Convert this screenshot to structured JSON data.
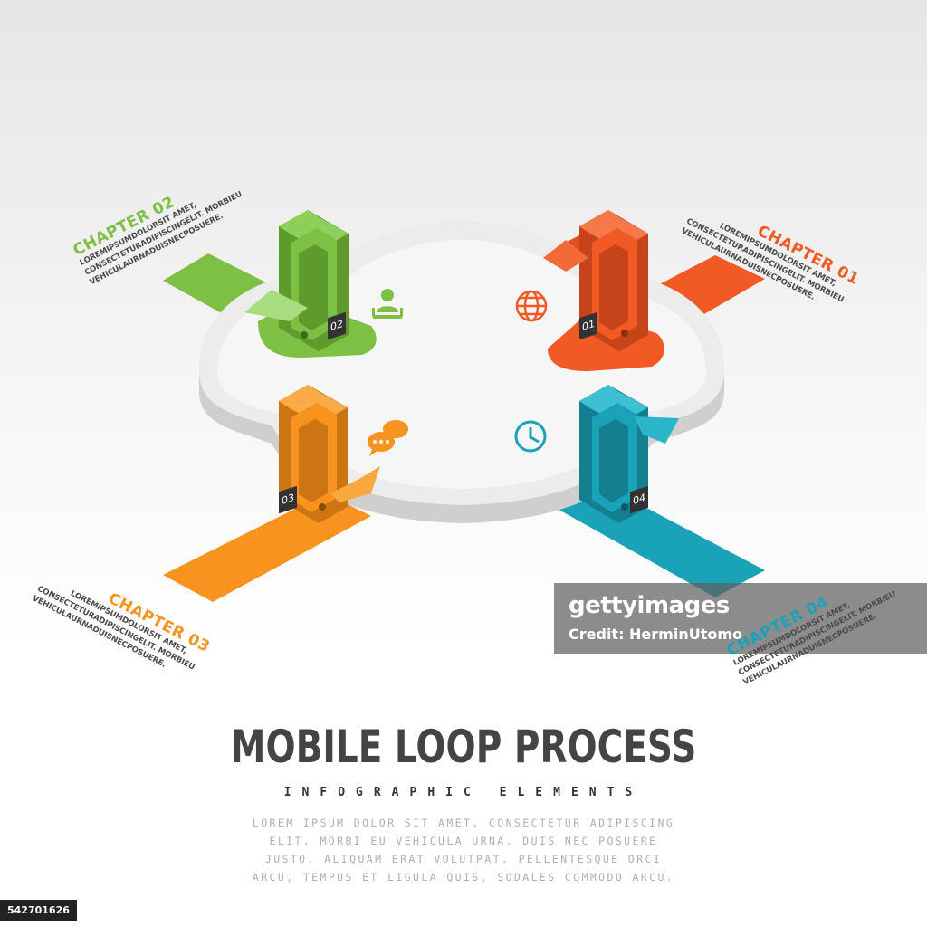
{
  "diagram": {
    "colors": {
      "green": "#7dc043",
      "green_dark": "#5e9a2c",
      "red": "#f15a24",
      "red_dark": "#c7441a",
      "orange": "#f7931e",
      "orange_dark": "#cd7512",
      "teal": "#1aa3b8",
      "teal_dark": "#147f90",
      "loop": "#ececec",
      "loop_side": "#cfcfcf"
    },
    "chapters": [
      {
        "number": "01",
        "title": "CHAPTER 01",
        "color": "#f15a24",
        "lines": [
          "LOREMIPSUMDOLORSIT AMET,",
          "CONSECTETURADIPISCINGELIT. MORBIEU",
          "VEHICULAURNADUISNECPOSUERE."
        ],
        "icon": "globe-icon"
      },
      {
        "number": "02",
        "title": "CHAPTER 02",
        "color": "#7dc043",
        "lines": [
          "LOREMIPSUMDOLORSIT AMET,",
          "CONSECTETURADIPISCINGELIT. MORBIEU",
          "VEHICULAURNADUISNECPOSUERE."
        ],
        "icon": "user-laptop-icon"
      },
      {
        "number": "03",
        "title": "CHAPTER 03",
        "color": "#f7931e",
        "lines": [
          "LOREMIPSUMDOLORSIT AMET,",
          "CONSECTETURADIPISCINGELIT. MORBIEU",
          "VEHICULAURNADUISNECPOSUERE."
        ],
        "icon": "chat-bubbles-icon"
      },
      {
        "number": "04",
        "title": "CHAPTER 04",
        "color": "#1aa3b8",
        "lines": [
          "LOREMIPSUMDOLORSIT AMET,",
          "CONSECTETURADIPISCINGELIT. MORBIEU",
          "VEHICULAURNADUISNECPOSUERE."
        ],
        "icon": "clock-icon"
      }
    ]
  },
  "footer": {
    "title": "MOBILE LOOP PROCESS",
    "subtitle": "INFOGRAPHIC ELEMENTS",
    "body_lines": [
      "LOREM IPSUM DOLOR SIT AMET, CONSECTETUR ADIPISCING",
      "ELIT. MORBI EU VEHICULA URNA. DUIS NEC POSUERE",
      "JUSTO. ALIQUAM ERAT VOLUTPAT. PELLENTESQUE ORCI",
      "ARCU, TEMPUS ET LIGULA QUIS, SODALES COMMODO ARCU."
    ]
  },
  "watermark": {
    "logo": "gettyimages",
    "credit": "Credit: HerminUtomo"
  },
  "image_id": "542701626"
}
